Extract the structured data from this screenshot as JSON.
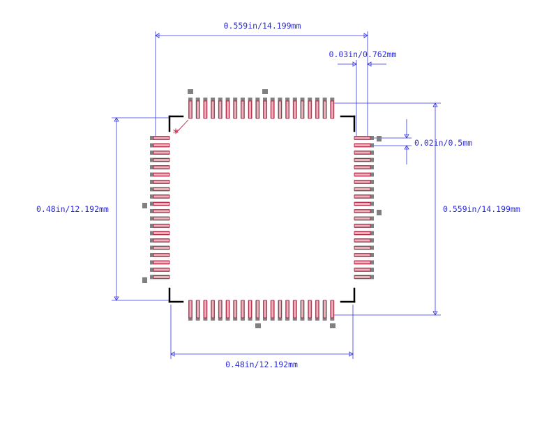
{
  "footprint": {
    "pins_per_side": 20,
    "pin1_marker": "*",
    "colors": {
      "dimension": "#3333e0",
      "outline": "#000000",
      "pad_outline": "#b02040",
      "pad_fill": "#e8b4bc",
      "pin_metal": "#808080",
      "pin1_marker": "#cc1133"
    }
  },
  "dimensions": {
    "top_width": "0.559in/14.199mm",
    "lead_length": "0.03in/0.762mm",
    "pitch": "0.02in/0.5mm",
    "left_height": "0.48in/12.192mm",
    "right_height": "0.559in/14.199mm",
    "bottom_width": "0.48in/12.192mm"
  }
}
